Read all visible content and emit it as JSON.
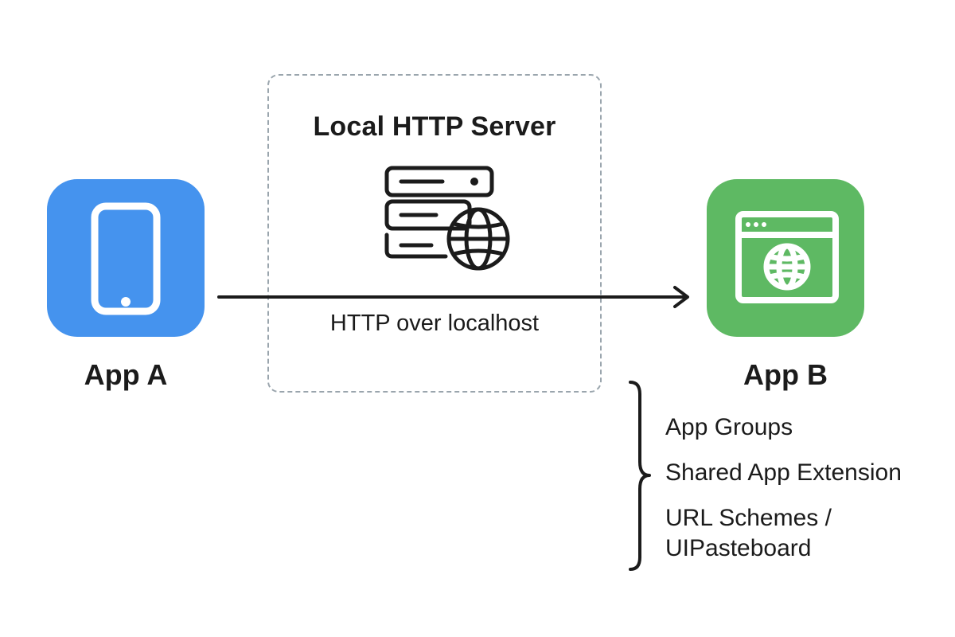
{
  "server": {
    "title": "Local HTTP Server",
    "connection_label": "HTTP over localhost",
    "icon": "server-globe-icon"
  },
  "app_a": {
    "label": "App A",
    "icon": "smartphone-icon",
    "color": "#4593ee"
  },
  "app_b": {
    "label": "App B",
    "icon": "browser-globe-icon",
    "color": "#5eb963"
  },
  "alternatives": {
    "items": [
      "App Groups",
      "Shared App Extension",
      "URL Schemes /",
      "UIPasteboard"
    ]
  },
  "colors": {
    "text": "#1b1b1b",
    "dashed_border": "#9aa5ad"
  }
}
